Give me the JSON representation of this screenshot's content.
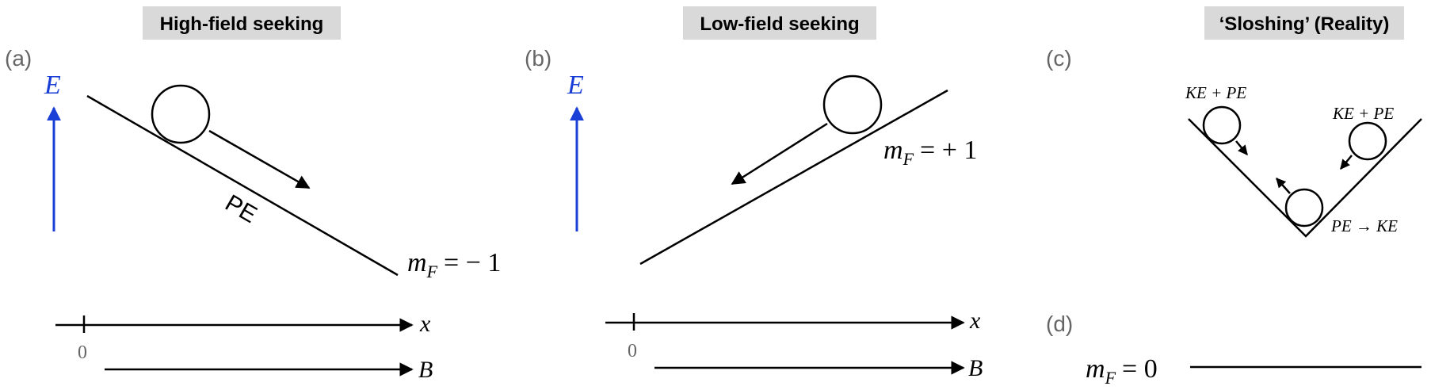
{
  "titles": {
    "a": "High-field seeking",
    "b": "Low-field seeking",
    "c": "‘Sloshing’ (Reality)"
  },
  "panel_labels": {
    "a": "(a)",
    "b": "(b)",
    "c": "(c)",
    "d": "(d)"
  },
  "labels": {
    "energy": "E",
    "x_axis": "x",
    "b_axis": "B",
    "zero": "0",
    "pe": "PE",
    "m_sym": "m",
    "f_sub": "F",
    "mf_a_rest": "= − 1",
    "mf_b_rest": "= + 1",
    "mf_d_rest": "= 0",
    "ke_pe_left": "KE + PE",
    "ke_pe_right": "KE + PE",
    "pe_to_ke": "PE → KE"
  },
  "colors": {
    "energy_arrow": "#1a3fd6",
    "title_background": "#d9d9d9",
    "panel_label": "#666666"
  }
}
